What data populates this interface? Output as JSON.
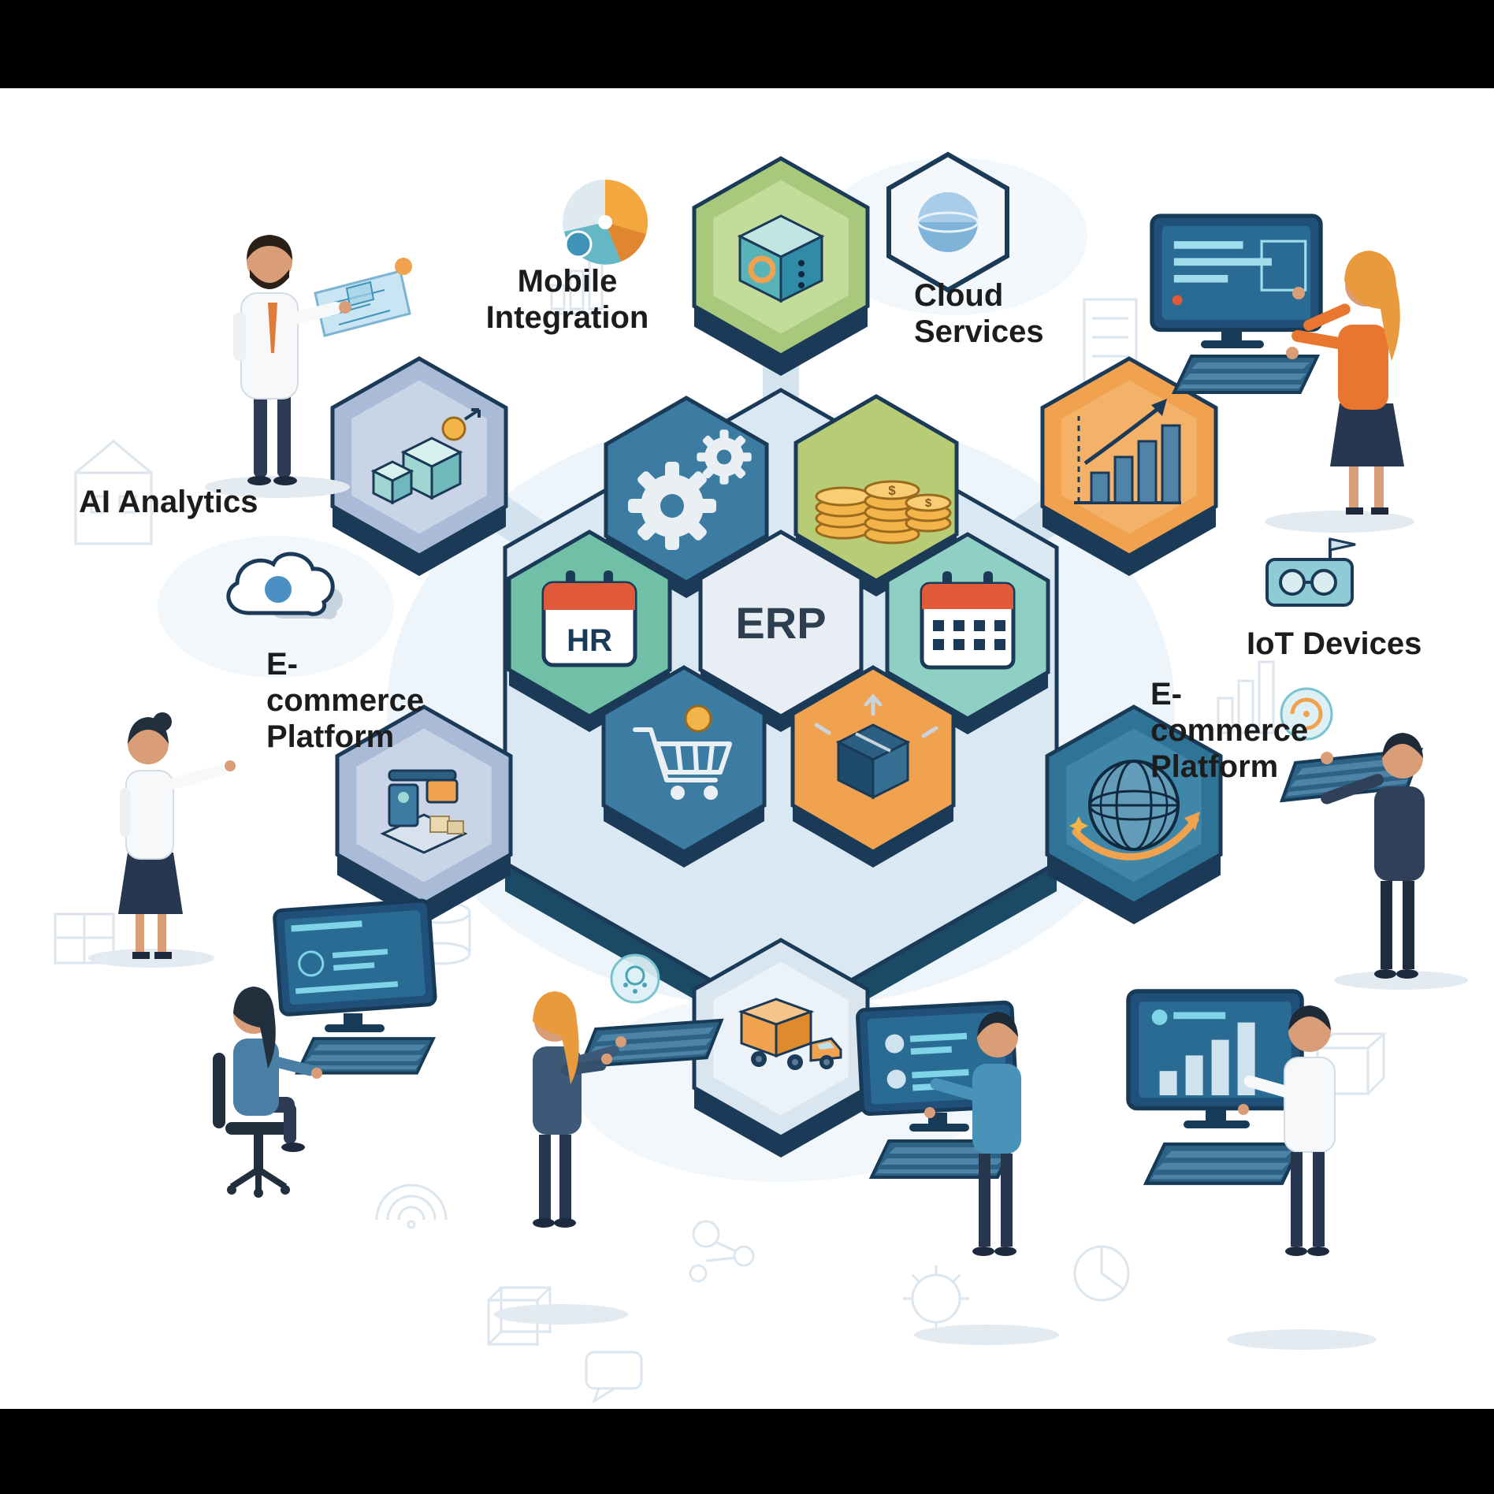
{
  "labels": {
    "mobile_integration": "Mobile Integration",
    "cloud_services": "Cloud Services",
    "ai_analytics": "AI Analytics",
    "ecommerce_platform_left": "E-commerce Platform",
    "iot_devices": "IoT Devices",
    "ecommerce_platform_right": "E-commerce Platform"
  },
  "hex_cluster": {
    "erp_label": "ERP",
    "hr_label": "HR",
    "coin_symbol": "$",
    "modules": [
      {
        "name": "operations",
        "icon": "gears-icon"
      },
      {
        "name": "finance",
        "icon": "coin-stacks-icon"
      },
      {
        "name": "human-resources",
        "icon": "hr-calendar-icon"
      },
      {
        "name": "erp-core",
        "icon": "erp-text"
      },
      {
        "name": "scheduling",
        "icon": "calendar-grid-icon"
      },
      {
        "name": "ecommerce",
        "icon": "shopping-cart-icon"
      },
      {
        "name": "inventory",
        "icon": "package-box-icon"
      }
    ],
    "satellites": [
      {
        "name": "module-cube",
        "icon": "iso-cube-icon"
      },
      {
        "name": "warehouse-analytics",
        "icon": "boxes-coin-icon"
      },
      {
        "name": "growth-analytics",
        "icon": "bar-chart-arrow-icon"
      },
      {
        "name": "manufacturing",
        "icon": "machine-icon"
      },
      {
        "name": "global-trade",
        "icon": "globe-orbit-icon"
      },
      {
        "name": "logistics",
        "icon": "delivery-truck-icon"
      }
    ]
  },
  "standalone_icons": [
    {
      "name": "mobile-integration-sphere"
    },
    {
      "name": "cloud-services-hexagon"
    },
    {
      "name": "cloud-icon"
    },
    {
      "name": "iot-device-icon"
    }
  ],
  "figures": [
    {
      "name": "man-with-holographic-tablet",
      "position": "top-left"
    },
    {
      "name": "woman-at-screen-and-keyboard",
      "position": "top-right"
    },
    {
      "name": "woman-pointing",
      "position": "left"
    },
    {
      "name": "seated-woman-at-workstation",
      "position": "bottom-left"
    },
    {
      "name": "woman-at-floating-keyboard",
      "position": "bottom-center-left"
    },
    {
      "name": "man-at-monitor",
      "position": "bottom-center"
    },
    {
      "name": "man-at-chart-monitor",
      "position": "bottom-right"
    },
    {
      "name": "man-pointing-at-holo-screen",
      "position": "right"
    }
  ],
  "colors": {
    "navy_outline": "#1b3a57",
    "connector": "#cfe2ee",
    "platform": "#d9e8f2",
    "hex_blue": "#3c7ca3",
    "hex_green": "#b7cc74",
    "hex_teal": "#6fc0a6",
    "hex_light_teal": "#8fd0c4",
    "hex_orange": "#f0a24f",
    "hex_blue_gray": "#a9bbd6",
    "hex_deep_teal": "#2f7396",
    "accent_red": "#e05a3a",
    "coin_gold": "#f3b54a"
  }
}
